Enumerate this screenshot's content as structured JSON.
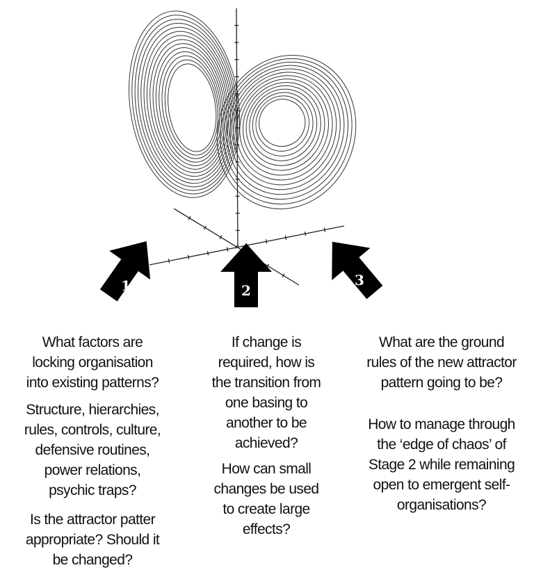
{
  "arrows": [
    {
      "label": "1",
      "direction": "up-right"
    },
    {
      "label": "2",
      "direction": "up"
    },
    {
      "label": "3",
      "direction": "up-left"
    }
  ],
  "columns": [
    {
      "paragraphs": [
        [
          "What factors are",
          "locking organisation",
          "into existing patterns?"
        ],
        [
          "Structure, hierarchies,",
          "rules, controls, culture,",
          "defensive routines,",
          "power relations,",
          "psychic traps?"
        ],
        [
          "Is the attractor patter",
          "appropriate? Should it",
          "be changed?"
        ]
      ]
    },
    {
      "paragraphs": [
        [
          "If change is",
          "required, how is",
          "the transition from",
          "one basing to",
          "another to be",
          "achieved?"
        ],
        [
          "How can small",
          "changes be used",
          "to create large",
          "effects?"
        ]
      ]
    },
    {
      "paragraphs": [
        [
          "What are the ground",
          "rules of the new attractor",
          "pattern going to be?"
        ],
        [
          "How to manage through",
          "the ‘edge of chaos’ of",
          "Stage 2 while remaining",
          "open to emergent self-",
          "organisations?"
        ]
      ]
    }
  ]
}
